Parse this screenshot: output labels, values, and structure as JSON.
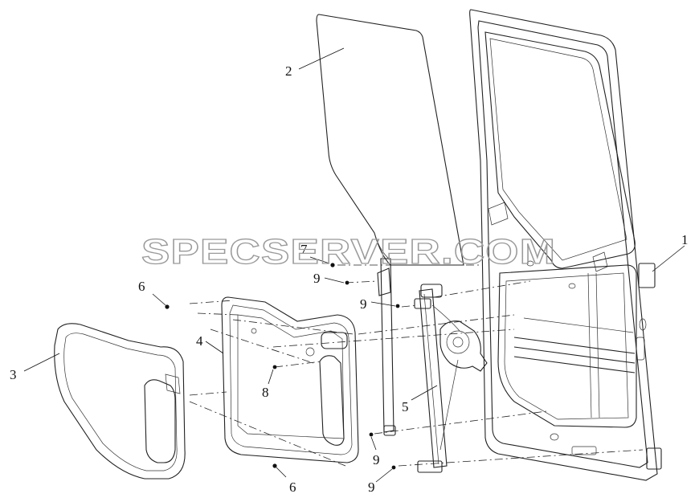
{
  "watermark": "SPECSERVER.COM",
  "callouts": {
    "c1": "1",
    "c2": "2",
    "c3": "3",
    "c4": "4",
    "c5": "5",
    "c6a": "6",
    "c6b": "6",
    "c7": "7",
    "c8": "8",
    "c9a": "9",
    "c9b": "9",
    "c9c": "9",
    "c9d": "9"
  }
}
